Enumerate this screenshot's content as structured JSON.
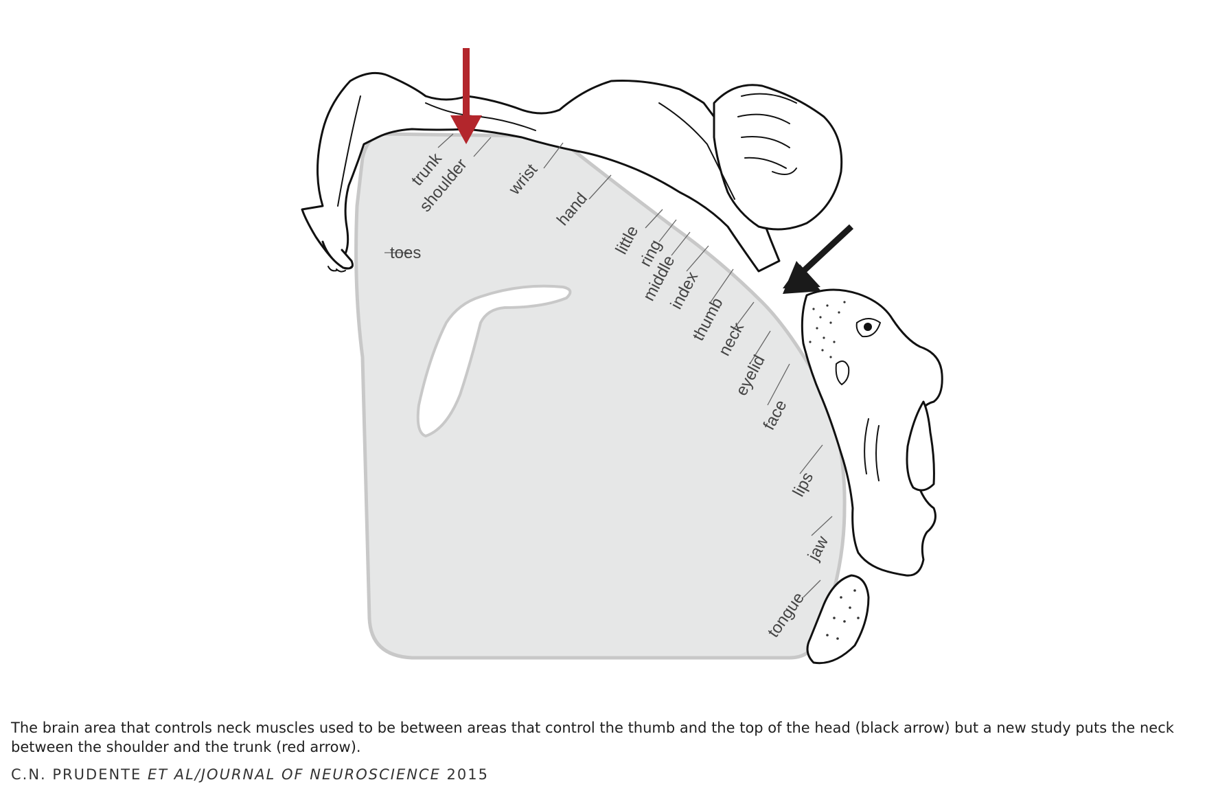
{
  "labels": {
    "trunk": "trunk",
    "shoulder": "shoulder",
    "wrist": "wrist",
    "hand": "hand",
    "toes": "toes",
    "little": "little",
    "ring": "ring",
    "middle": "middle",
    "index": "index",
    "thumb": "thumb",
    "neck": "neck",
    "eyelid": "eyelid",
    "face": "face",
    "lips": "lips",
    "jaw": "jaw",
    "tongue": "tongue"
  },
  "caption": "The brain area that controls neck muscles used to be between areas that control the thumb and the top of the head (black arrow) but a new study puts the neck between the shoulder and the trunk (red arrow).",
  "credit": {
    "authors": "C.N. PRUDENTE ",
    "journal": "ET AL/JOURNAL OF NEUROSCIENCE",
    "year": " 2015"
  },
  "colors": {
    "cortex_fill": "#e6e7e7",
    "cortex_stroke": "#c8c8c8",
    "red_arrow": "#b3262c",
    "black_arrow": "#1a1a1a"
  }
}
